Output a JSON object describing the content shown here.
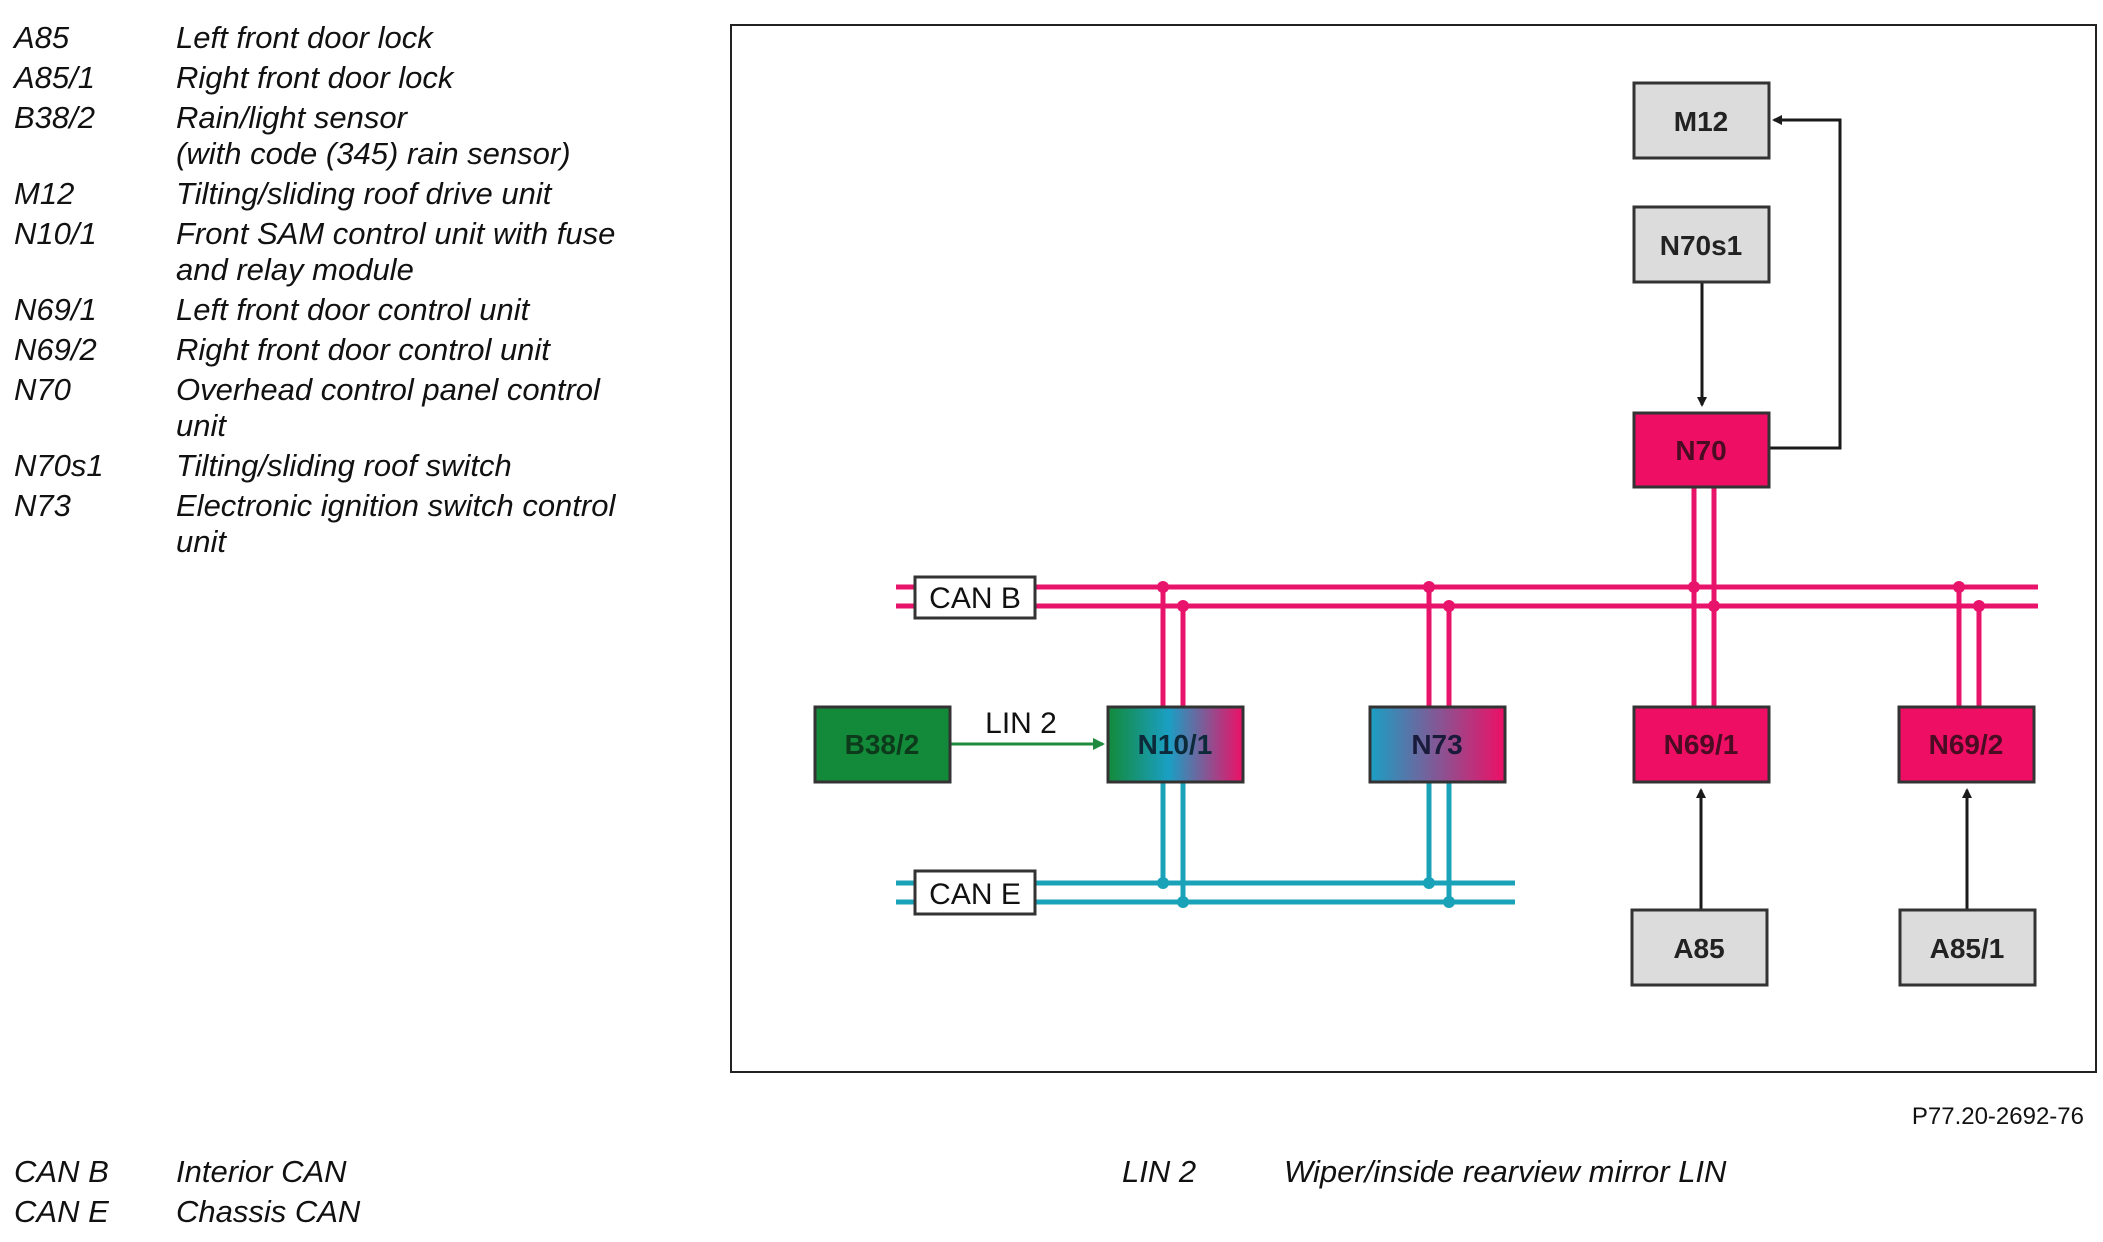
{
  "legend_components": [
    {
      "code": "A85",
      "desc": "Left front door lock"
    },
    {
      "code": "A85/1",
      "desc": "Right front door lock"
    },
    {
      "code": "B38/2",
      "desc": "Rain/light sensor",
      "desc2": "(with code (345) rain sensor)"
    },
    {
      "code": "M12",
      "desc": "Tilting/sliding roof drive unit"
    },
    {
      "code": "N10/1",
      "desc": "Front SAM control unit with fuse",
      "desc2": "and relay module"
    },
    {
      "code": "N69/1",
      "desc": "Left front door control unit"
    },
    {
      "code": "N69/2",
      "desc": "Right front door control unit"
    },
    {
      "code": "N70",
      "desc": "Overhead control panel control",
      "desc2": "unit"
    },
    {
      "code": "N70s1",
      "desc": "Tilting/sliding roof switch"
    },
    {
      "code": "N73",
      "desc": "Electronic ignition switch control",
      "desc2": "unit"
    }
  ],
  "legend_buses": [
    {
      "code": "CAN B",
      "desc": "Interior CAN"
    },
    {
      "code": "CAN E",
      "desc": "Chassis CAN"
    }
  ],
  "legend_lin": [
    {
      "code": "LIN 2",
      "desc": "Wiper/inside rearview mirror LIN"
    }
  ],
  "figure_id": "P77.20-2692-76",
  "diagram": {
    "boxes": {
      "m12": "M12",
      "n70s1": "N70s1",
      "n70": "N70",
      "b38_2": "B38/2",
      "n10_1": "N10/1",
      "n73": "N73",
      "n69_1": "N69/1",
      "n69_2": "N69/2",
      "a85": "A85",
      "a85_1": "A85/1"
    },
    "bus_labels": {
      "can_b": "CAN B",
      "can_e": "CAN E",
      "lin2": "LIN 2"
    },
    "colors": {
      "can_b": "#e8136a",
      "can_e": "#1aa3b8",
      "lin": "#1e8a3e",
      "grey_box": "#dcdcdc",
      "magenta_box": "#ee0f65",
      "green_box": "#138a3a",
      "blue_box": "#1a9fc4"
    }
  }
}
